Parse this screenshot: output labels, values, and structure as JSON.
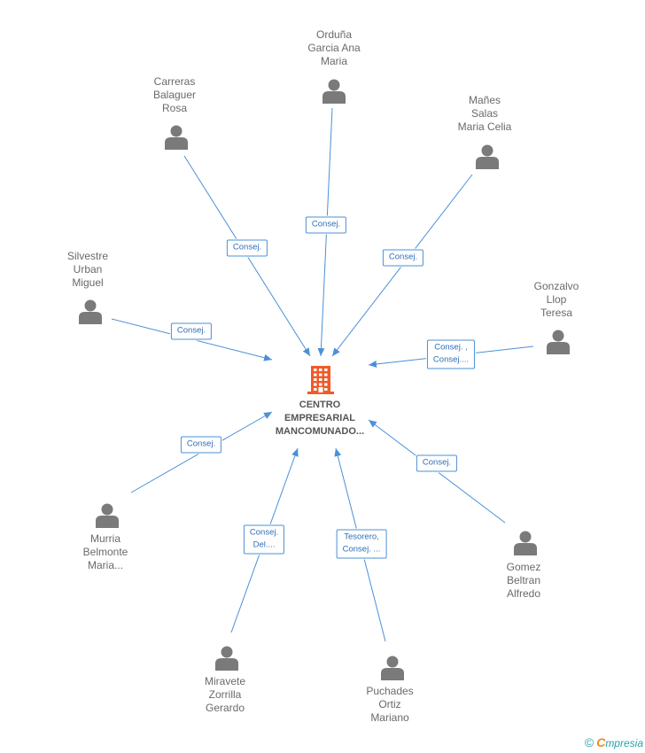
{
  "center": {
    "name_lines": [
      "CENTRO",
      "EMPRESARIAL",
      "MANCOMUNADO..."
    ],
    "icon": "building-icon",
    "icon_color": "#f05a28"
  },
  "colors": {
    "edge": "#4a90d9",
    "person": "#7a7a7a",
    "text": "#6a6a6a"
  },
  "people": [
    {
      "id": "orduna",
      "name_lines": [
        "Orduña",
        "Garcia Ana",
        "Maria"
      ],
      "role_lines": [
        "Consej."
      ],
      "icon": "person-icon"
    },
    {
      "id": "carreras",
      "name_lines": [
        "Carreras",
        "Balaguer",
        "Rosa"
      ],
      "role_lines": [
        "Consej."
      ],
      "icon": "person-icon"
    },
    {
      "id": "manes",
      "name_lines": [
        "Mañes",
        "Salas",
        "Maria Celia"
      ],
      "role_lines": [
        "Consej."
      ],
      "icon": "person-icon"
    },
    {
      "id": "silvestre",
      "name_lines": [
        "Silvestre",
        "Urban",
        "Miguel"
      ],
      "role_lines": [
        "Consej."
      ],
      "icon": "person-icon"
    },
    {
      "id": "gonzalvo",
      "name_lines": [
        "Gonzalvo",
        "Llop",
        "Teresa"
      ],
      "role_lines": [
        "Consej. ,",
        "Consej...."
      ],
      "icon": "person-icon"
    },
    {
      "id": "murria",
      "name_lines": [
        "Murria",
        "Belmonte",
        "Maria..."
      ],
      "role_lines": [
        "Consej."
      ],
      "icon": "person-icon"
    },
    {
      "id": "gomez",
      "name_lines": [
        "Gomez",
        "Beltran",
        "Alfredo"
      ],
      "role_lines": [
        "Consej."
      ],
      "icon": "person-icon"
    },
    {
      "id": "miravete",
      "name_lines": [
        "Miravete",
        "Zorrilla",
        "Gerardo"
      ],
      "role_lines": [
        "Consej.",
        "Del...."
      ],
      "icon": "person-icon"
    },
    {
      "id": "puchades",
      "name_lines": [
        "Puchades",
        "Ortiz",
        "Mariano"
      ],
      "role_lines": [
        "Tesorero,",
        "Consej. ..."
      ],
      "icon": "person-icon"
    }
  ],
  "footer": {
    "copyright": "©",
    "brand_first": "C",
    "brand_rest": "mpresia"
  }
}
